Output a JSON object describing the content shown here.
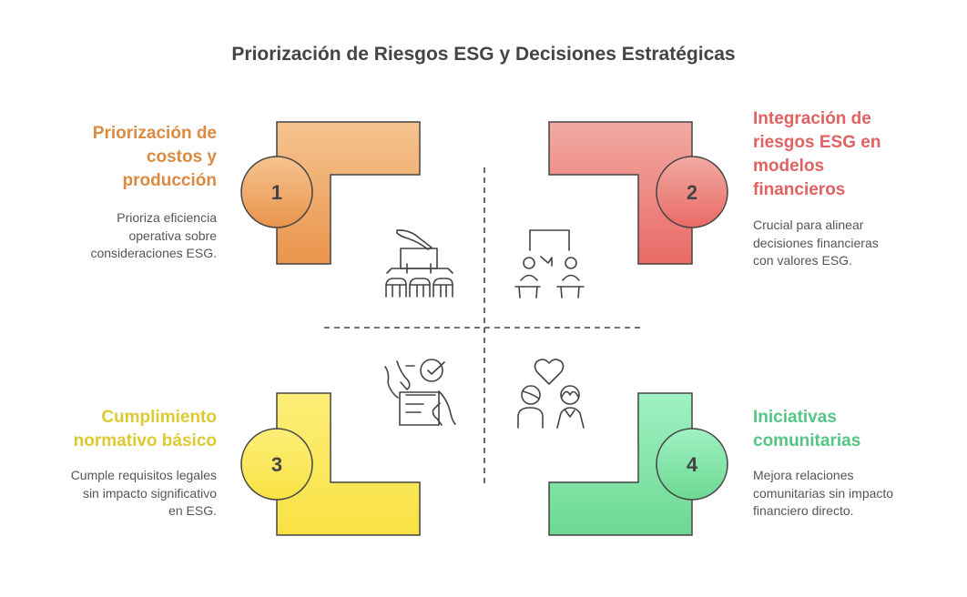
{
  "title": "Priorización de Riesgos ESG y Decisiones Estratégicas",
  "colors": {
    "orange": "#dc8a40",
    "red": "#e06262",
    "yellow": "#ddc930",
    "green": "#55c585",
    "stroke": "#444444"
  },
  "quadrants": [
    {
      "number": "1",
      "heading": "Priorización de\ncostos y\nproducción",
      "description": "Prioriza eficiencia\noperativa sobre\nconsideraciones ESG.",
      "icon": "factory-production-icon"
    },
    {
      "number": "2",
      "heading": "Integración de\nriesgos ESG en\nmodelos\nfinancieros",
      "description": "Crucial para alinear\ndecisiones financieras\ncon valores ESG.",
      "icon": "meeting-discussion-icon"
    },
    {
      "number": "3",
      "heading": "Cumplimiento\nnormativo básico",
      "description": "Cumple requisitos legales\nsin impacto significativo\nen ESG.",
      "icon": "checklist-document-icon"
    },
    {
      "number": "4",
      "heading": "Iniciativas\ncomunitarias",
      "description": "Mejora relaciones\ncomunitarias sin impacto\nfinanciero directo.",
      "icon": "community-heart-icon"
    }
  ]
}
